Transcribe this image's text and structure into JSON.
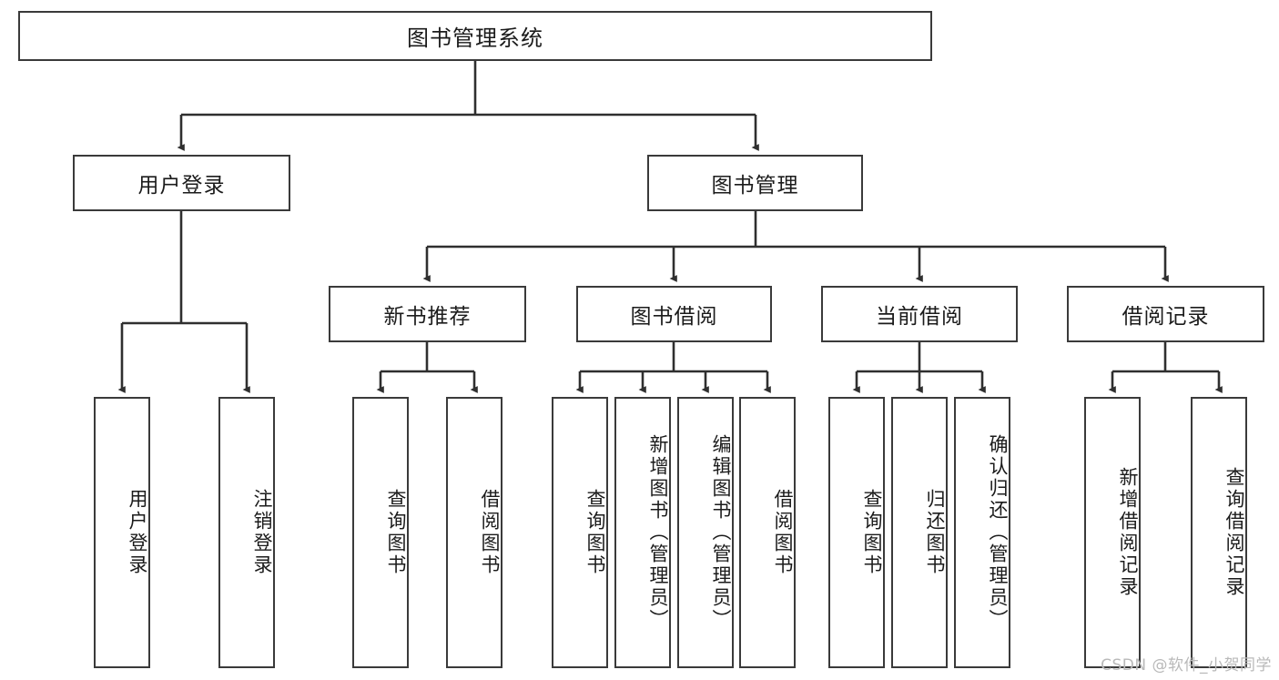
{
  "diagram": {
    "title": "图书管理系统",
    "type": "tree",
    "watermark": "CSDN @软件_小贺同学",
    "colors": {
      "box_border": "#3a3a3a",
      "box_fill": "#ffffff",
      "connector": "#2f2f2f",
      "text": "#1b1b1b",
      "watermark": "#b9b9b9"
    }
  },
  "root": {
    "label": "图书管理系统"
  },
  "level1": [
    {
      "label": "用户登录"
    },
    {
      "label": "图书管理"
    }
  ],
  "level2": [
    {
      "label": "新书推荐",
      "parent": "图书管理"
    },
    {
      "label": "图书借阅",
      "parent": "图书管理"
    },
    {
      "label": "当前借阅",
      "parent": "图书管理"
    },
    {
      "label": "借阅记录",
      "parent": "图书管理"
    }
  ],
  "leaves": {
    "用户登录": [
      {
        "label": "用户登录"
      },
      {
        "label": "注销登录"
      }
    ],
    "新书推荐": [
      {
        "label": "查询图书"
      },
      {
        "label": "借阅图书"
      }
    ],
    "图书借阅": [
      {
        "label": "查询图书"
      },
      {
        "label": "新增图书（管理员）"
      },
      {
        "label": "编辑图书（管理员）"
      },
      {
        "label": "借阅图书"
      }
    ],
    "当前借阅": [
      {
        "label": "查询图书"
      },
      {
        "label": "归还图书"
      },
      {
        "label": "确认归还（管理员）"
      }
    ],
    "借阅记录": [
      {
        "label": "新增借阅记录"
      },
      {
        "label": "查询借阅记录"
      }
    ]
  }
}
